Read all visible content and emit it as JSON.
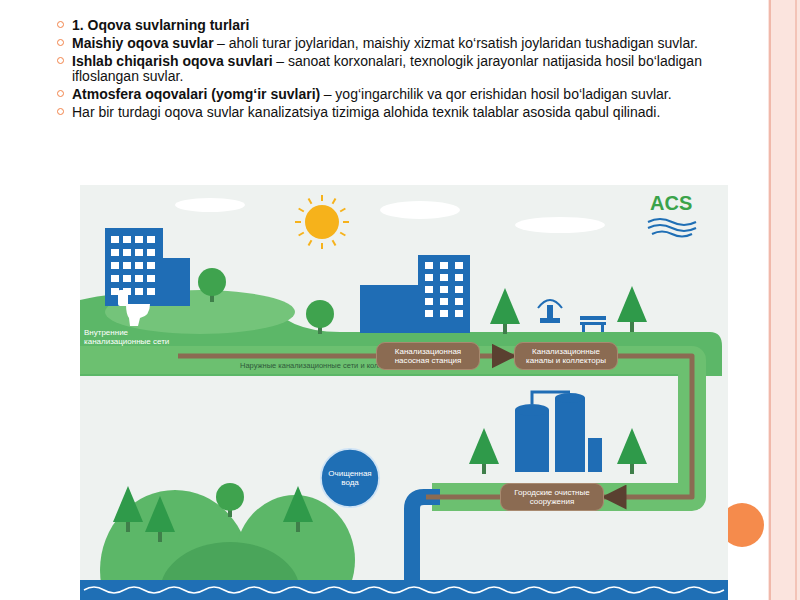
{
  "diagram": {
    "title": "1. Oqova suvlarning turlari",
    "nodes": [
      {
        "text": [
          "Канализационная насосная станция"
        ]
      },
      {
        "text": [
          "Канализационные каналы и коллекторы"
        ]
      },
      {
        "text": [
          "Городские очистные сооружения"
        ]
      },
      {
        "text": [
          "Очищенная вода"
        ]
      }
    ],
    "edges": [
      {
        "from": 0,
        "to": 1,
        "arrow": "to"
      },
      {
        "from": 1,
        "to": 2,
        "arrow": "to"
      }
    ],
    "labels": [
      "Maishiy oqova suvlar",
      "– aholi turar joylaridan, maishiy xizmat ko‘rsatish joylaridan tushadigan suvlar.",
      "Ishlab chiqarish oqova suvlari",
      "– sanoat korxonalari, texnologik jarayonlar natijasida hosil bo‘ladigan ifloslangan suvlar.",
      "Atmosfera oqovalari (yomg‘ir suvlari)",
      "– yog‘ingarchilik va qor erishidan hosil bo‘ladigan suvlar.",
      "Har bir turdagi oqova suvlar kanalizatsiya tizimiga alohida texnik talablar asosida qabul qilinadi.",
      "Внутренние канализационные сети",
      "Наружные канализационные сети и коллекторы",
      "ACS"
    ]
  }
}
